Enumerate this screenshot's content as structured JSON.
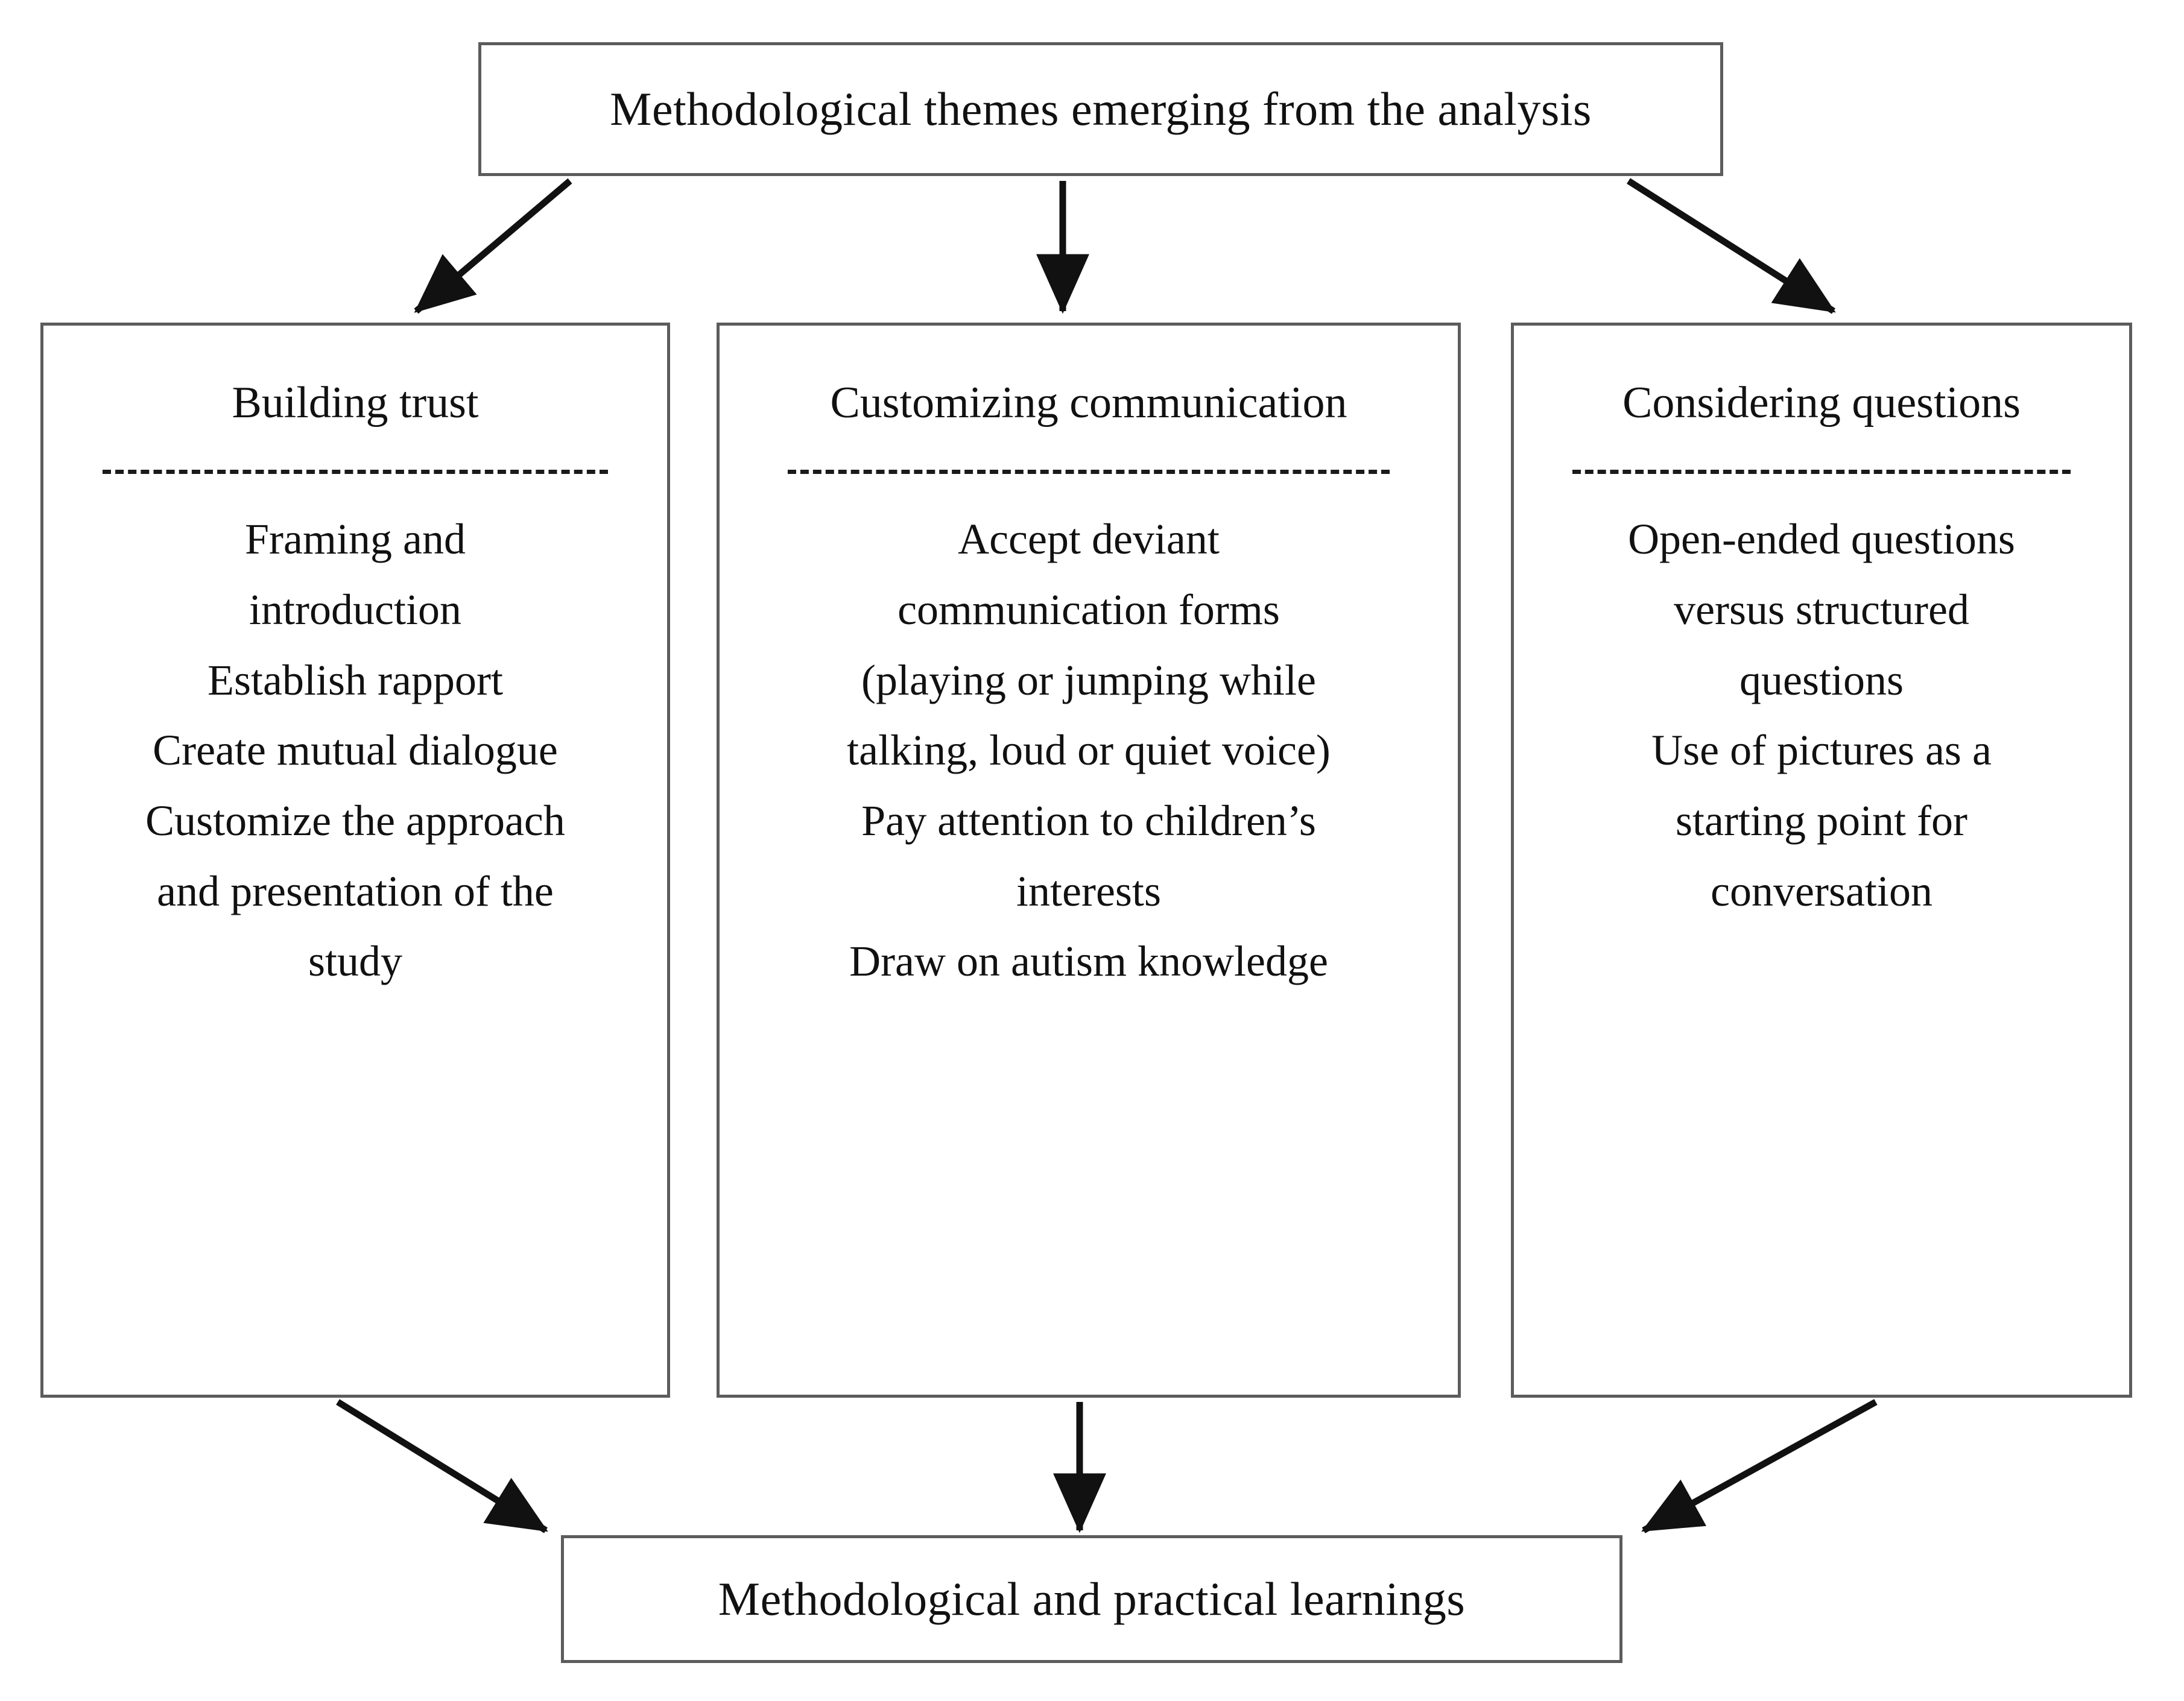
{
  "diagram": {
    "top_box": {
      "label": "Methodological themes emerging from the analysis"
    },
    "bottom_box": {
      "label": "Methodological and practical learnings"
    },
    "columns": [
      {
        "title": "Building trust",
        "lines": [
          "Framing and",
          "introduction",
          "Establish rapport",
          "Create mutual dialogue",
          "Customize the approach",
          "and presentation of the",
          "study"
        ]
      },
      {
        "title": "Customizing communication",
        "lines": [
          "Accept deviant",
          "communication forms",
          "(playing or jumping while",
          "talking, loud or quiet voice)",
          "Pay attention to children’s",
          "interests",
          "Draw on autism knowledge"
        ]
      },
      {
        "title": "Considering questions",
        "lines": [
          "Open-ended questions",
          "versus structured",
          "questions",
          "Use of pictures as a",
          "starting point for",
          "conversation"
        ]
      }
    ],
    "colors": {
      "box_border": "#5c5c5c",
      "text": "#111111",
      "arrow": "#111111",
      "separator": "#1a1a1a",
      "background": "#ffffff"
    }
  }
}
